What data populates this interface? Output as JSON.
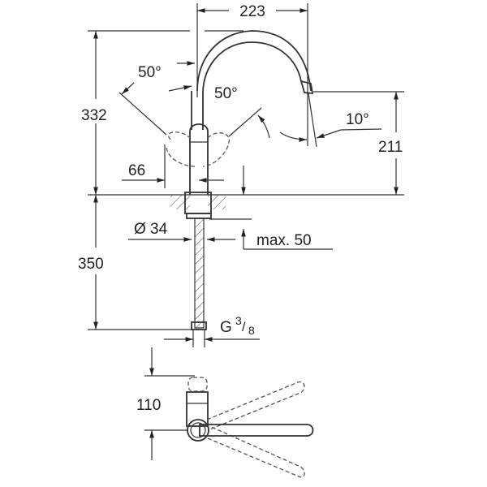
{
  "title": "Faucet technical dimension drawing",
  "dimensions": {
    "spout_reach": "223",
    "total_height": "332",
    "spout_height": "211",
    "handle_angle_left": "50°",
    "handle_angle_right": "50°",
    "spout_angle": "10°",
    "handle_offset": "66",
    "base_diameter": "Ø 34",
    "deck_thickness": "max. 50",
    "hose_length": "350",
    "connection_g": "G",
    "connection_num": "3",
    "connection_den": "8",
    "plan_depth": "110"
  }
}
